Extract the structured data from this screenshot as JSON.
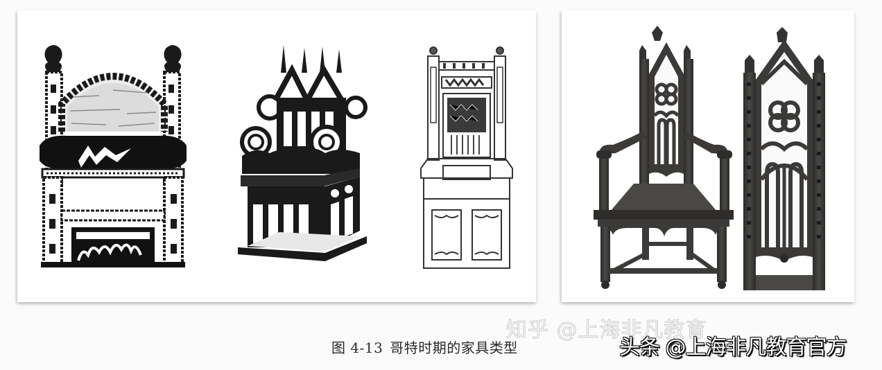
{
  "figure": {
    "label": "图 4-13",
    "title": "哥特时期的家具类型",
    "left_panel": {
      "items": [
        {
          "name": "gothic-throne-chair-illustration",
          "style": "woodcut engraving, arched back, cushioned seat"
        },
        {
          "name": "gothic-canopy-armchair-illustration",
          "style": "pierced tracery, pinnacles, corner view"
        },
        {
          "name": "gothic-high-back-stall-illustration",
          "style": "line drawing, panelled box base"
        }
      ]
    },
    "right_panel": {
      "items": [
        {
          "name": "gothic-armchair-photo",
          "style": "dark oak, pointed arch tracery back, curved arms"
        },
        {
          "name": "gothic-side-chair-photo",
          "style": "dark oak, tall pointed arch, quatrefoil tracery"
        }
      ]
    }
  },
  "watermarks": {
    "ghost": "知乎 @上海非凡教育",
    "main": "头条 @上海非凡教育官方"
  },
  "colors": {
    "background": "#fbfbfc",
    "panel": "#ffffff",
    "ink": "#1a1a1a",
    "wood": "#3b3a38",
    "caption": "#2a2a2a"
  }
}
